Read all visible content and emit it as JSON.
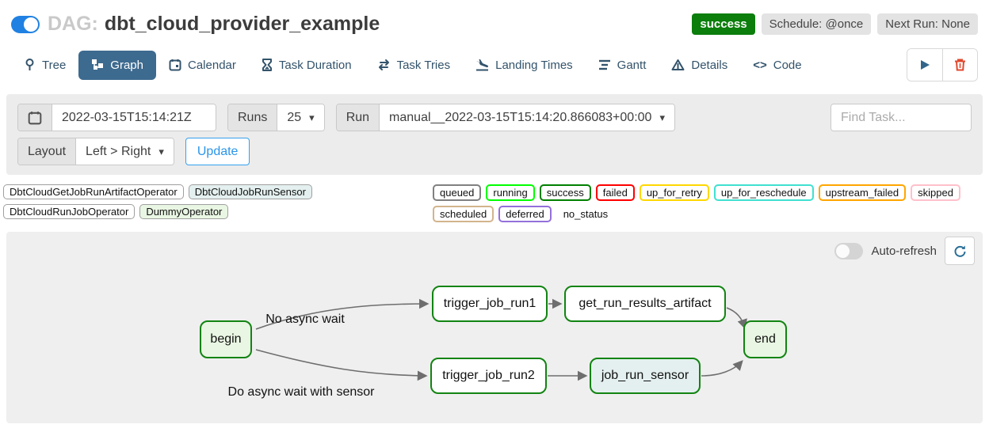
{
  "header": {
    "dag_prefix": "DAG:",
    "dag_title": "dbt_cloud_provider_example",
    "status_badge": "success",
    "schedule_badge": "Schedule: @once",
    "next_run_badge": "Next Run: None",
    "toggle_state": "on",
    "accent_blue": "#2081e2",
    "success_green": "#0b7e0b"
  },
  "tabs": [
    {
      "label": "Tree",
      "active": false
    },
    {
      "label": "Graph",
      "active": true
    },
    {
      "label": "Calendar",
      "active": false
    },
    {
      "label": "Task Duration",
      "active": false
    },
    {
      "label": "Task Tries",
      "active": false
    },
    {
      "label": "Landing Times",
      "active": false
    },
    {
      "label": "Gantt",
      "active": false
    },
    {
      "label": "Details",
      "active": false
    },
    {
      "label": "Code",
      "active": false
    }
  ],
  "tab_active_color": "#3d6a8f",
  "filters": {
    "base_date_value": "2022-03-15T15:14:21Z",
    "runs_label": "Runs",
    "runs_value": "25",
    "run_label": "Run",
    "run_value": "manual__2022-03-15T15:14:20.866083+00:00",
    "find_task_placeholder": "Find Task...",
    "layout_label": "Layout",
    "layout_value": "Left > Right",
    "update_button": "Update"
  },
  "legend": {
    "operators": [
      {
        "label": "DbtCloudGetJobRunArtifactOperator",
        "fill": "#ffffff"
      },
      {
        "label": "DbtCloudJobRunSensor",
        "fill": "#e4f0ef"
      },
      {
        "label": "DbtCloudRunJobOperator",
        "fill": "#ffffff"
      },
      {
        "label": "DummyOperator",
        "fill": "#e9f6e3"
      }
    ],
    "statuses": [
      {
        "label": "queued",
        "border": "#808080"
      },
      {
        "label": "running",
        "border": "#00ff00"
      },
      {
        "label": "success",
        "border": "#008000"
      },
      {
        "label": "failed",
        "border": "#ff0000"
      },
      {
        "label": "up_for_retry",
        "border": "#ffd700"
      },
      {
        "label": "up_for_reschedule",
        "border": "#40e0d0"
      },
      {
        "label": "upstream_failed",
        "border": "#ffa500"
      },
      {
        "label": "skipped",
        "border": "#ffc0cb"
      },
      {
        "label": "scheduled",
        "border": "#d2b48c"
      },
      {
        "label": "deferred",
        "border": "#9370db"
      },
      {
        "label": "no_status",
        "border": "none"
      }
    ]
  },
  "graph": {
    "auto_refresh_label": "Auto-refresh",
    "auto_refresh_state": "off",
    "node_border_green": "#128412",
    "nodes": {
      "begin": {
        "label": "begin",
        "type": "DummyOperator"
      },
      "trigger_job_run1": {
        "label": "trigger_job_run1",
        "type": "DbtCloudRunJobOperator"
      },
      "get_run_results_artifact": {
        "label": "get_run_results_artifact",
        "type": "DbtCloudGetJobRunArtifactOperator"
      },
      "trigger_job_run2": {
        "label": "trigger_job_run2",
        "type": "DbtCloudRunJobOperator"
      },
      "job_run_sensor": {
        "label": "job_run_sensor",
        "type": "DbtCloudJobRunSensor"
      },
      "end": {
        "label": "end",
        "type": "DummyOperator"
      }
    },
    "edges": [
      {
        "from": "begin",
        "to": "trigger_job_run1",
        "label": "No async wait"
      },
      {
        "from": "begin",
        "to": "trigger_job_run2",
        "label": "Do async wait with sensor"
      },
      {
        "from": "trigger_job_run1",
        "to": "get_run_results_artifact",
        "label": ""
      },
      {
        "from": "get_run_results_artifact",
        "to": "end",
        "label": ""
      },
      {
        "from": "trigger_job_run2",
        "to": "job_run_sensor",
        "label": ""
      },
      {
        "from": "job_run_sensor",
        "to": "end",
        "label": ""
      }
    ],
    "edge_labels": {
      "no_async": "No async wait",
      "do_async": "Do async wait with sensor"
    }
  }
}
